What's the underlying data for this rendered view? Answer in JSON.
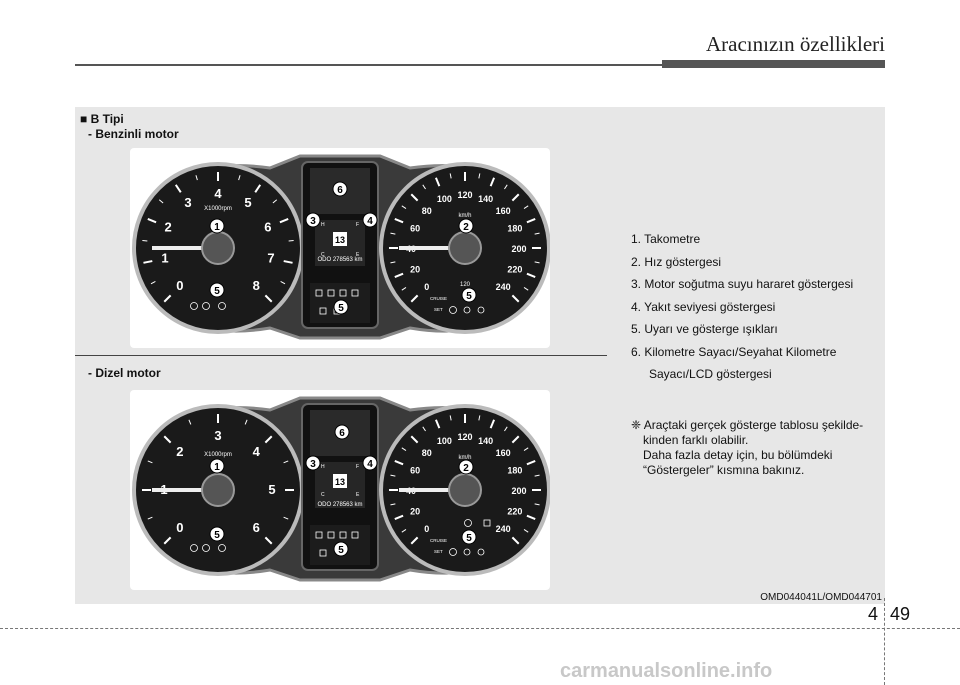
{
  "header": {
    "section_title": "Aracınızın özellikleri"
  },
  "panel": {
    "type_label": "■ B Tipi",
    "petrol_label": "- Benzinli motor",
    "diesel_label": "- Dizel motor",
    "list": [
      "1.  Takometre",
      "2.  Hız göstergesi",
      "3.  Motor soğutma suyu hararet göstergesi",
      "4.  Yakıt seviyesi göstergesi",
      "5.  Uyarı ve gösterge ışıkları",
      "6.  Kilometre Sayacı/Seyahat Kilometre",
      "Sayacı/LCD göstergesi"
    ],
    "note": [
      "❈ Araçtaki gerçek gösterge tablosu şekilde-",
      "kinden farklı olabilir.",
      "Daha fazla detay için, bu bölümdeki",
      "“Göstergeler” kısmına bakınız."
    ],
    "image_code": "OMD044041L/OMD044701"
  },
  "clusters": {
    "petrol": {
      "tach_unit": "X1000rpm",
      "tach_ticks": [
        "0",
        "1",
        "2",
        "3",
        "4",
        "5",
        "6",
        "7",
        "8"
      ],
      "speed_unit": "km/h",
      "speed_ticks": [
        "0",
        "20",
        "40",
        "60",
        "80",
        "100",
        "120",
        "140",
        "160",
        "180",
        "200",
        "220",
        "240"
      ],
      "odo": "ODO 278563 km",
      "lcd_value": "13",
      "temp_h": "H",
      "temp_c": "C",
      "fuel_f": "F",
      "fuel_e": "E",
      "cruise": "CRUISE",
      "set": "SET",
      "cruise_speed": "120",
      "callouts": [
        "1",
        "2",
        "3",
        "4",
        "5",
        "5",
        "5",
        "6"
      ]
    },
    "diesel": {
      "tach_unit": "X1000rpm",
      "tach_ticks": [
        "0",
        "1",
        "2",
        "3",
        "4",
        "5",
        "6"
      ],
      "speed_unit": "km/h",
      "speed_ticks": [
        "0",
        "20",
        "40",
        "60",
        "80",
        "100",
        "120",
        "140",
        "160",
        "180",
        "200",
        "220",
        "240"
      ],
      "odo": "ODO 278563 km",
      "lcd_value": "13",
      "temp_h": "H",
      "temp_c": "C",
      "fuel_f": "F",
      "fuel_e": "E",
      "cruise": "CRUISE",
      "set": "SET",
      "callouts": [
        "1",
        "2",
        "3",
        "4",
        "5",
        "5",
        "5",
        "6"
      ]
    }
  },
  "page": {
    "chapter": "4",
    "number": "49"
  },
  "watermark": "carmanualsonline.info"
}
